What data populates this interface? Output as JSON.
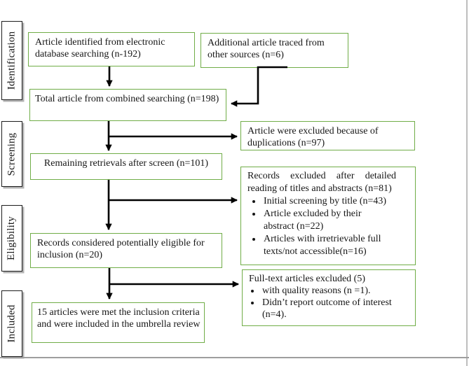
{
  "meta": {
    "diagram_type": "PRISMA article selection flow diagram",
    "colors": {
      "flow_box_border": "#70ad47",
      "stage_box_border": "#1c1c1c",
      "arrow": "#000000",
      "page_edge": "#bdbdbd"
    }
  },
  "sidebar": {
    "stages": [
      {
        "label": "Identification"
      },
      {
        "label": "Screening"
      },
      {
        "label": "Eligibility"
      },
      {
        "label": "Included"
      }
    ]
  },
  "flow": {
    "identified": {
      "text": "Article identified from electronic database searching (n-192)"
    },
    "additional": {
      "text": "Additional article traced from other sources (n=6)"
    },
    "total": {
      "text": "Total article from combined searching (n=198)"
    },
    "duplications": {
      "text": "Article were excluded because of duplications (n=97)"
    },
    "remaining": {
      "text": "Remaining retrievals after screen (n=101)"
    },
    "detailed": {
      "title": "Records excluded after detailed reading of titles and abstracts (n=81)",
      "bullets": [
        "Initial screening by title (n=43)",
        "Article excluded by their abstract (n=22)",
        "Articles with irretrievable full texts/not accessible(n=16)"
      ]
    },
    "eligible": {
      "text": "Records considered potentially eligible for inclusion (n=20)"
    },
    "fulltext": {
      "title": "Full-text articles excluded (5)",
      "bullets": [
        "with quality reasons (n =1).",
        "Didn’t report outcome of interest (n=4)."
      ]
    },
    "included": {
      "text": "15 articles were met the inclusion criteria and were included in the umbrella review"
    }
  }
}
